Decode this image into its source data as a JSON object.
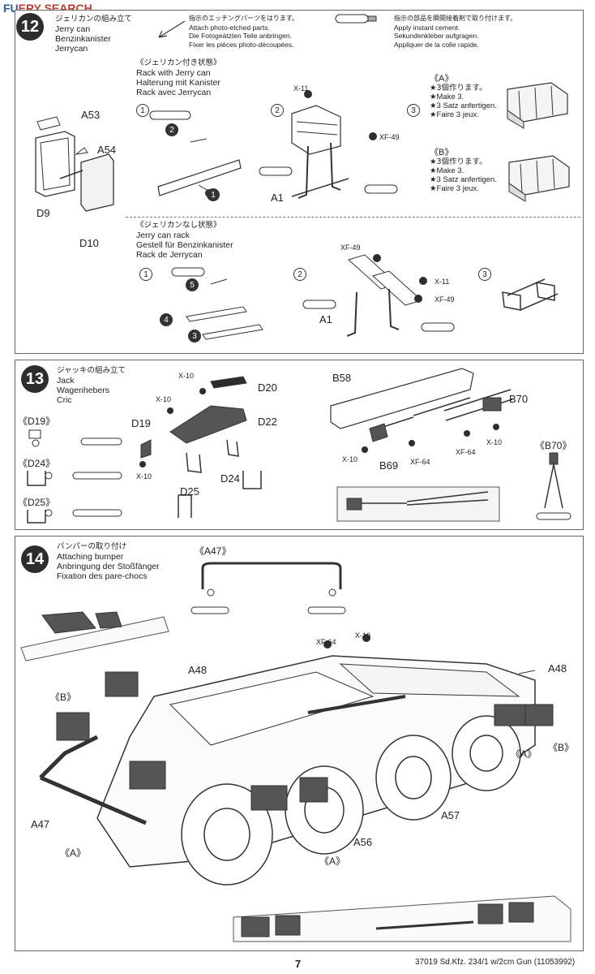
{
  "watermark": {
    "part1": "FU",
    "part2": "ERY SEARCH"
  },
  "step12": {
    "number": "12",
    "title": [
      "ジェリカンの組み立て",
      "Jerry can",
      "Benzinkanister",
      "Jerrycan"
    ],
    "note_etched": [
      "指示のエッチングパーツをはります。",
      "Attach photo-etched parts.",
      "Die Fotogeätzten Teile anbringen.",
      "Fixer les pièces photo-découpées."
    ],
    "note_cement": [
      "指示の部品を瞬間接着剤で取り付けます。",
      "Apply instant cement.",
      "Sekundenkleber aufgragen.",
      "Appliquer de la colle rapide."
    ],
    "with_can": [
      "《ジェリカン付き状態》",
      "Rack with Jerry can",
      "Halterung mit Kanister",
      "Rack avec Jerrycan"
    ],
    "without_can": [
      "《ジェリカンなし状態》",
      "Jerry can rack",
      "Gestell für Benzinkanister",
      "Rack de Jerrycan"
    ],
    "variant_a": {
      "label": "《A》",
      "lines": [
        "★3個作ります。",
        "★Make 3.",
        "★3 Satz anfertigen.",
        "★Faire 3 jeux."
      ]
    },
    "variant_b": {
      "label": "《B》",
      "lines": [
        "★3個作ります。",
        "★Make 3.",
        "★3 Satz anfertigen.",
        "★Faire 3 jeux."
      ]
    },
    "parts": {
      "a53": "A53",
      "a54": "A54",
      "d9": "D9",
      "d10": "D10",
      "x11": "X-11",
      "xf49": "XF-49",
      "a1": "A1"
    },
    "substeps": [
      "1",
      "2",
      "3"
    ],
    "etch_nums": [
      "2",
      "1",
      "5",
      "4",
      "3"
    ]
  },
  "step13": {
    "number": "13",
    "title": [
      "ジャッキの組み立て",
      "Jack",
      "Wagenhebers",
      "Cric"
    ],
    "parts": {
      "x10": "X-10",
      "d20": "D20",
      "d19": "D19",
      "d22": "D22",
      "d24": "D24",
      "d25": "D25",
      "b58": "B58",
      "b70": "B70",
      "b69": "B69",
      "xf64": "XF-64"
    },
    "refs": {
      "d19": "《D19》",
      "d24": "《D24》",
      "d25": "《D25》",
      "b70": "《B70》"
    }
  },
  "step14": {
    "number": "14",
    "title": [
      "バンパーの取り付け",
      "Attaching bumper",
      "Anbringung der Stoßfänger",
      "Fixation des pare-chocs"
    ],
    "parts": {
      "a47": "A47",
      "a48": "A48",
      "a56": "A56",
      "a57": "A57",
      "xf64": "XF-64",
      "x10": "X-10"
    },
    "refs": {
      "a47": "《A47》",
      "a": "《A》",
      "b": "《B》"
    }
  },
  "footer": {
    "page": "7",
    "code": "37019  Sd.Kfz. 234/1 w/2cm Gun (11053992)"
  }
}
